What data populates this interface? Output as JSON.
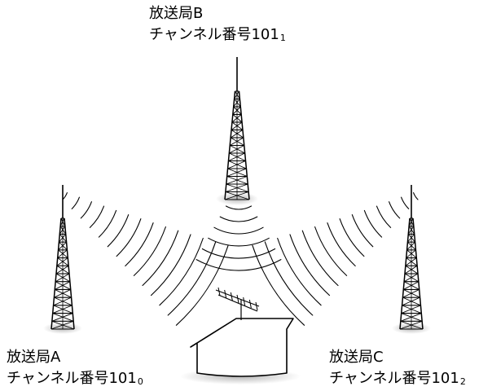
{
  "stations": {
    "b": {
      "name": "放送局B",
      "channel_prefix": "チャンネル番号101",
      "channel_sub": "1"
    },
    "a": {
      "name": "放送局A",
      "channel_prefix": "チャンネル番号101",
      "channel_sub": "0"
    },
    "c": {
      "name": "放送局C",
      "channel_prefix": "チャンネル番号101",
      "channel_sub": "2"
    }
  },
  "colors": {
    "ink": "#000000",
    "shadow": "#c8c8c8",
    "background": "#ffffff"
  }
}
